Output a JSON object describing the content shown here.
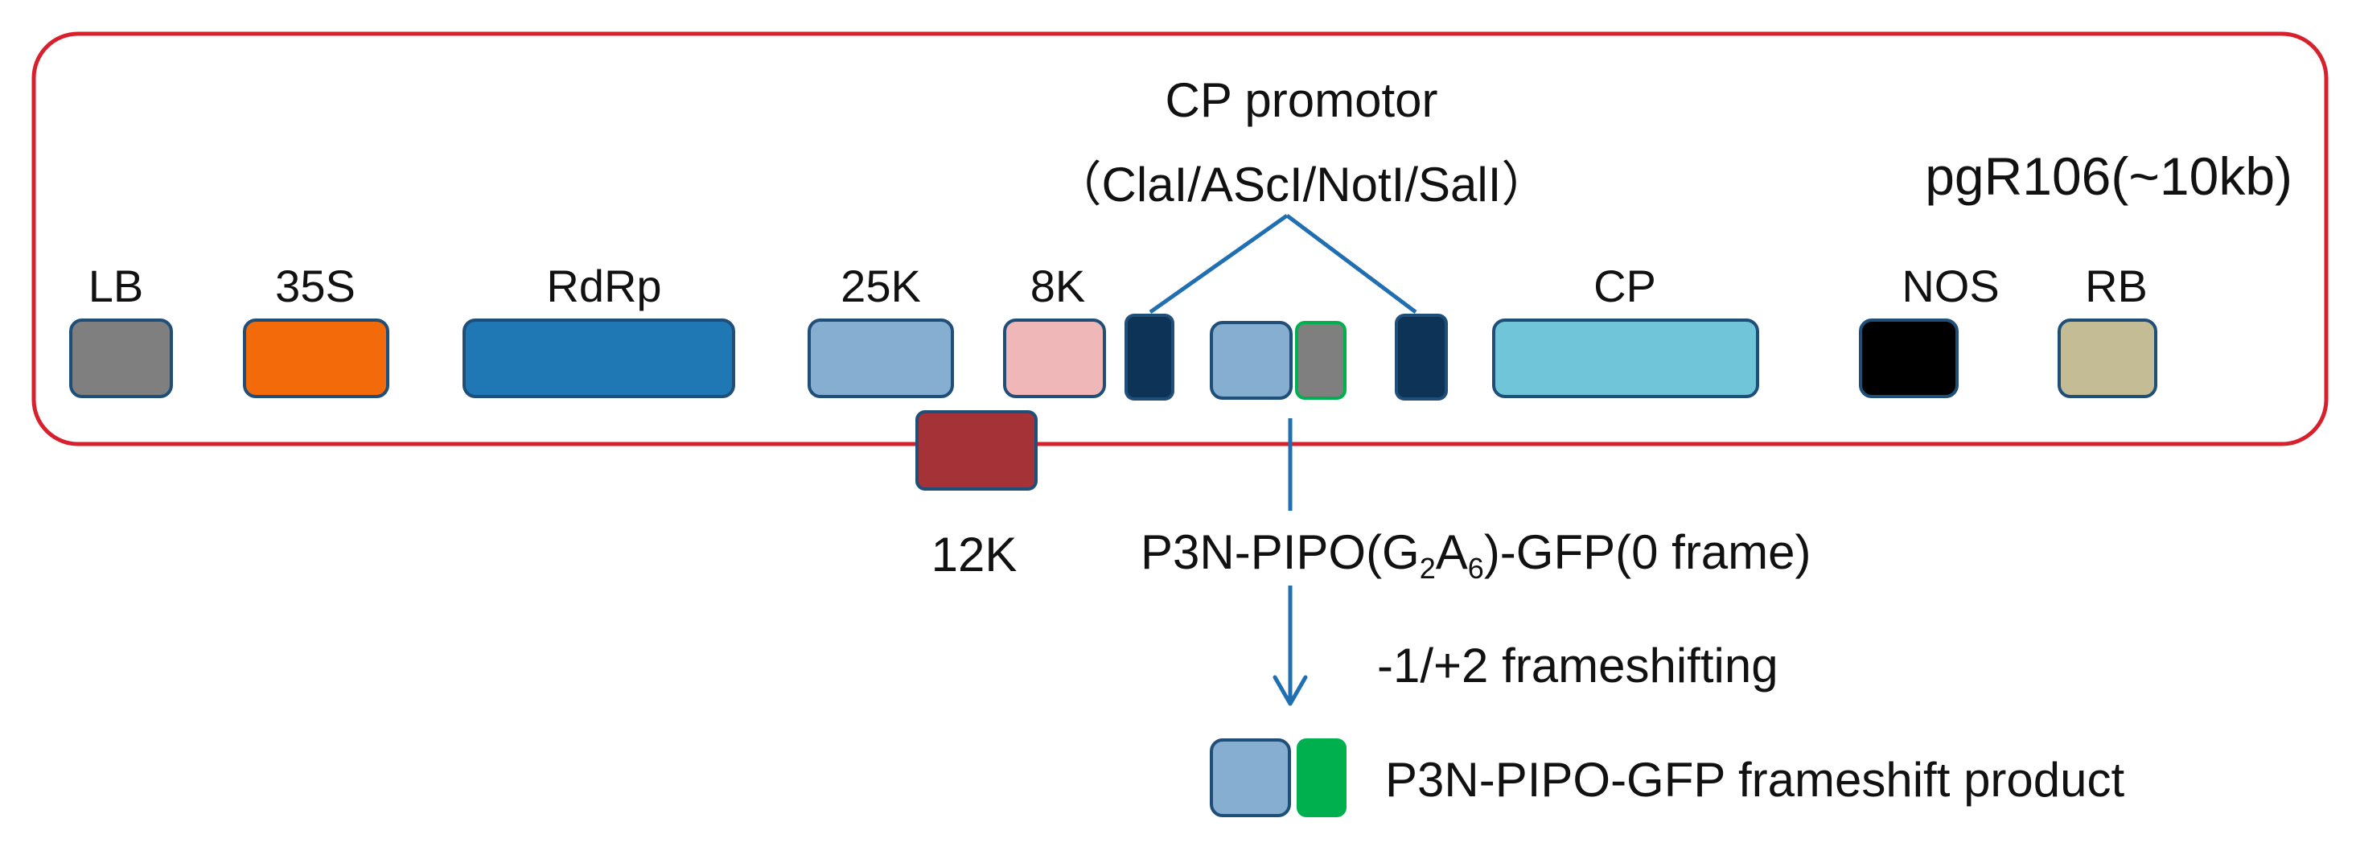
{
  "plasmid": {
    "name": "pgR106(~10kb)"
  },
  "promoter": {
    "label": "CP promotor",
    "sites": "（ClaI/AScI/NotI/SalI）"
  },
  "elements": {
    "lb": {
      "label": "LB",
      "color": "#7f7f7f"
    },
    "s35": {
      "label": "35S",
      "color": "#f36a0b"
    },
    "rdrp": {
      "label": "RdRp",
      "color": "#1f77b4"
    },
    "k25": {
      "label": "25K",
      "color": "#85aed0"
    },
    "k8": {
      "label": "8K",
      "color": "#efb7b7"
    },
    "k12": {
      "label": "12K",
      "color": "#a43236"
    },
    "cp": {
      "label": "CP",
      "color": "#70c6d8"
    },
    "nos": {
      "label": "NOS",
      "color": "#000000"
    },
    "rb": {
      "label": "RB",
      "color": "#c4bc95"
    }
  },
  "insert": {
    "prefix": "P3N-PIPO(G",
    "sub1": "2",
    "mid": "A",
    "sub2": "6",
    "suffix": ")-GFP(0 frame)",
    "restriction_site_color": "#0d3357",
    "p3n_color": "#85aed0",
    "gfp_color": "#7f7f7f"
  },
  "frameshift": {
    "label": "-1/+2 frameshifting"
  },
  "product": {
    "label": "P3N-PIPO-GFP frameshift product",
    "p3n_color": "#85aed0",
    "gfp_color": "#00b04f"
  },
  "colors": {
    "outline": "#d7202b",
    "arrow": "#1f6fb2",
    "box_stroke": "#1f4e79"
  }
}
